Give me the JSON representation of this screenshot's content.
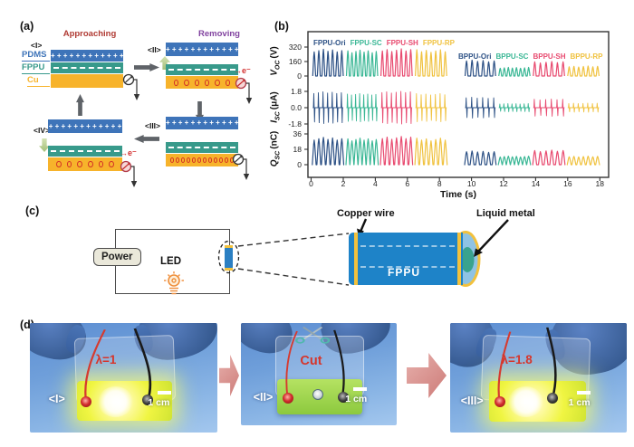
{
  "panels": {
    "a": {
      "label": "(a)",
      "approaching": "Approaching",
      "removing": "Removing",
      "layers": {
        "pdms": "PDMS",
        "fppu": "FPPU",
        "cu": "Cu"
      },
      "states": {
        "i": "<I>",
        "ii": "<II>",
        "iii": "<III>",
        "iv": "<IV>"
      },
      "electron": "e⁻",
      "electron_arrow": "→",
      "plus_row": "+ + + + + + + + + + + +",
      "charges": {
        "ii": 6,
        "iii": 12,
        "iv": 6
      }
    },
    "b": {
      "label": "(b)"
    },
    "c": {
      "label": "(c)",
      "power": "Power",
      "led": "LED",
      "copper_wire": "Copper wire",
      "liquid_metal": "Liquid metal",
      "fppu": "FPPU"
    },
    "d": {
      "label": "(d)",
      "photos": [
        {
          "stage": "<I>",
          "annotation": "λ=1",
          "scale": "1 cm"
        },
        {
          "stage": "<II>",
          "annotation": "Cut",
          "scale": "1 cm"
        },
        {
          "stage": "<III>",
          "annotation": "λ=1.8",
          "scale": "1 cm"
        }
      ]
    }
  },
  "chart_data": {
    "type": "line",
    "title": "",
    "xlabel": "Time (s)",
    "x_ticks": [
      0,
      2,
      4,
      6,
      8,
      10,
      12,
      14,
      16,
      18
    ],
    "xlim": [
      -0.2,
      18.55
    ],
    "grid": false,
    "legend_position": "top-inside",
    "rows": [
      {
        "id": "voc",
        "sym": "V",
        "sub": "OC",
        "unit": "(V)",
        "yticks": [
          "320",
          "160",
          "0"
        ],
        "ytick_values": [
          320,
          160,
          0
        ],
        "ylim": [
          0,
          320
        ]
      },
      {
        "id": "isc",
        "sym": "I",
        "sub": "SC",
        "unit": "(μA)",
        "yticks": [
          "1.8",
          "0.0",
          "-1.8"
        ],
        "ytick_values": [
          1.8,
          0,
          -1.8
        ],
        "ylim": [
          -1.8,
          1.8
        ]
      },
      {
        "id": "qsc",
        "sym": "Q",
        "sub": "SC",
        "unit": "(nC)",
        "yticks": [
          "36",
          "18",
          "0"
        ],
        "ytick_values": [
          36,
          18,
          0
        ],
        "ylim": [
          0,
          36
        ]
      }
    ],
    "segments": [
      {
        "label": "FPPU-Ori",
        "color": "#2d5185",
        "t0": 0.1,
        "t1": 2.0,
        "peaks": 7,
        "voc_peak": 295,
        "isc_peak": 1.75,
        "qsc_peak": 32
      },
      {
        "label": "FPPU-SC",
        "color": "#3ab795",
        "t0": 2.2,
        "t1": 4.15,
        "peaks": 8,
        "voc_peak": 285,
        "isc_peak": 1.55,
        "qsc_peak": 31
      },
      {
        "label": "FPPU-SH",
        "color": "#e84a6f",
        "t0": 4.35,
        "t1": 6.3,
        "peaks": 7,
        "voc_peak": 300,
        "isc_peak": 1.8,
        "qsc_peak": 33
      },
      {
        "label": "FPPU-RP",
        "color": "#f0c23f",
        "t0": 6.5,
        "t1": 8.45,
        "peaks": 7,
        "voc_peak": 290,
        "isc_peak": 1.55,
        "qsc_peak": 31
      },
      {
        "label": "BPPU-Ori",
        "color": "#2d5185",
        "t0": 9.6,
        "t1": 11.5,
        "peaks": 6,
        "voc_peak": 175,
        "isc_peak": 1.15,
        "qsc_peak": 16
      },
      {
        "label": "BPPU-SC",
        "color": "#3ab795",
        "t0": 11.7,
        "t1": 13.65,
        "peaks": 8,
        "voc_peak": 95,
        "isc_peak": 0.45,
        "qsc_peak": 10
      },
      {
        "label": "BPPU-SH",
        "color": "#e84a6f",
        "t0": 13.85,
        "t1": 15.8,
        "peaks": 6,
        "voc_peak": 160,
        "isc_peak": 0.95,
        "qsc_peak": 17
      },
      {
        "label": "BPPU-RP",
        "color": "#f0c23f",
        "t0": 16.0,
        "t1": 17.95,
        "peaks": 7,
        "voc_peak": 110,
        "isc_peak": 0.5,
        "qsc_peak": 10
      }
    ]
  },
  "colors": {
    "navy": "#2d5185",
    "teal": "#3ab795",
    "pink": "#e84a6f",
    "yellow": "#f0c23f",
    "pdms_blue": "#3e74b9",
    "fppu_teal": "#389a8b",
    "cu_gold": "#f7b32b",
    "approaching_red": "#b03a33",
    "removing_purple": "#8244a0",
    "charge_red": "#d43326",
    "electron_red": "#d32f2f",
    "cylinder_blue": "#1e83c8",
    "liquid_metal_teal": "#3aa38e",
    "arrow_salmon": "#cd7b78",
    "led_orange": "#ef8f3c"
  }
}
